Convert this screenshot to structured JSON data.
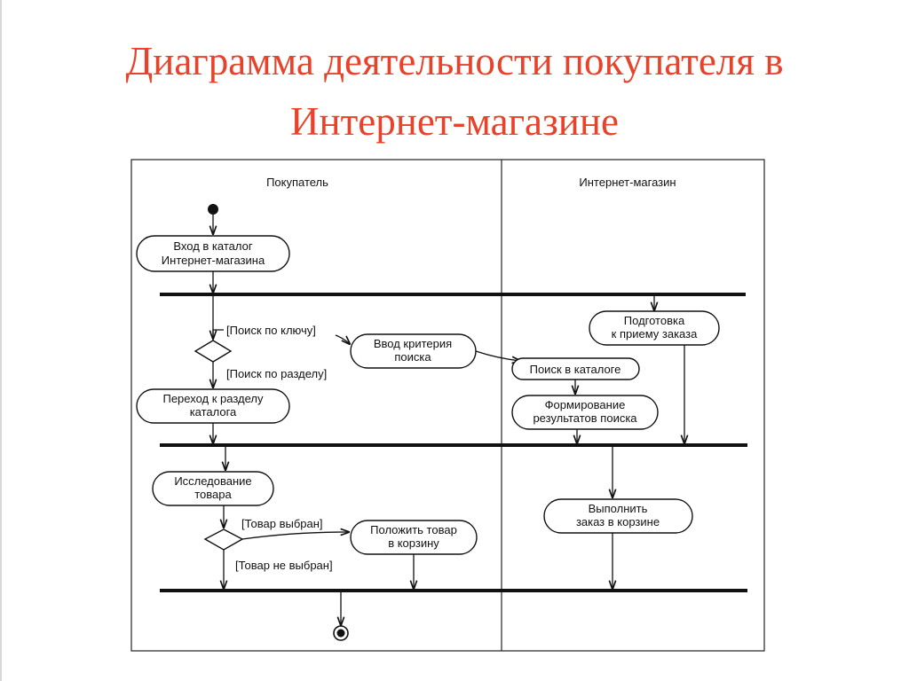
{
  "title": {
    "line1": "Диаграмма деятельности покупателя в",
    "line2": "Интернет-магазине"
  },
  "lanes": {
    "buyer": "Покупатель",
    "shop": "Интернет-магазин"
  },
  "activities": {
    "enter_catalog": [
      "Вход в каталог",
      "Интернет-магазина"
    ],
    "enter_criteria": [
      "Ввод критерия",
      "поиска"
    ],
    "section_nav": [
      "Переход к разделу",
      "каталога"
    ],
    "prepare_order": [
      "Подготовка",
      "к приему заказа"
    ],
    "catalog_search": [
      "Поиск в каталоге"
    ],
    "form_results": [
      "Формирование",
      "результатов поиска"
    ],
    "study_item": [
      "Исследование",
      "товара"
    ],
    "add_to_cart": [
      "Положить товар",
      "в корзину"
    ],
    "fulfill_order": [
      "Выполнить",
      "заказ в корзине"
    ]
  },
  "guards": {
    "search_by_key": "[Поиск по ключу]",
    "search_by_section": "[Поиск по разделу]",
    "item_chosen": "[Товар выбран]",
    "item_not_chosen": "[Товар не выбран]"
  },
  "colors": {
    "title": "#e8432a",
    "ink": "#111111"
  }
}
